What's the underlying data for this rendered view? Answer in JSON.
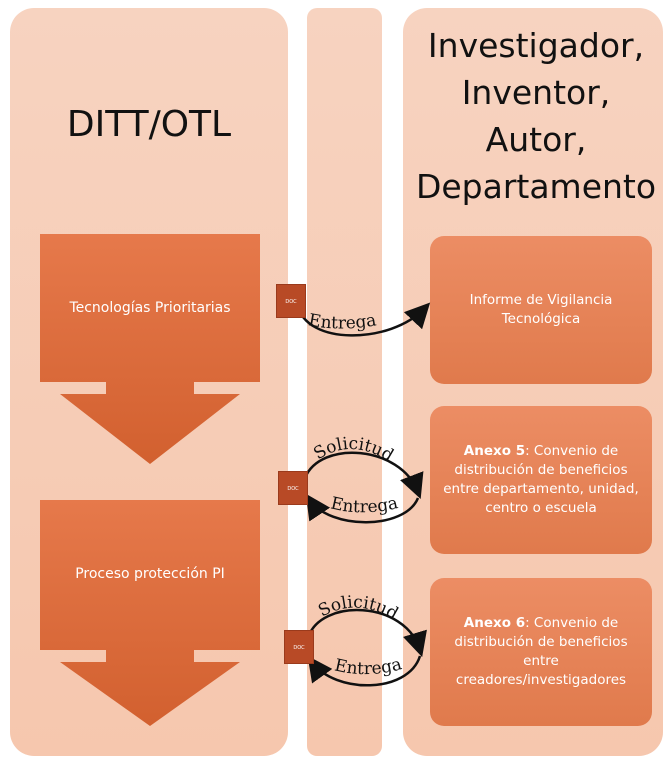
{
  "columns": {
    "left": {
      "title": "DITT/OTL"
    },
    "right": {
      "title": "Investigador,\nInventor,\nAutor,\nDepartamento"
    }
  },
  "steps": [
    {
      "label": "Tecnologías Prioritarias"
    },
    {
      "label": "Proceso protección PI"
    }
  ],
  "documents": [
    {
      "title_bold": "",
      "title_rest": "Informe de Vigilancia Tecnológica"
    },
    {
      "title_bold": "Anexo 5",
      "title_rest": ": Convenio de distribución de beneficios entre departamento, unidad, centro o escuela"
    },
    {
      "title_bold": "Anexo 6",
      "title_rest": ": Convenio de distribución de beneficios entre creadores/investigadores"
    }
  ],
  "doc_icon_label": "DOC",
  "flows": {
    "entrega": "Entrega",
    "solicitud": "Solicitud"
  },
  "colors": {
    "column_bg": "#f6c9b1",
    "box": "#e58458",
    "chevron": "#d9683a",
    "doc_icon": "#b84a26"
  }
}
